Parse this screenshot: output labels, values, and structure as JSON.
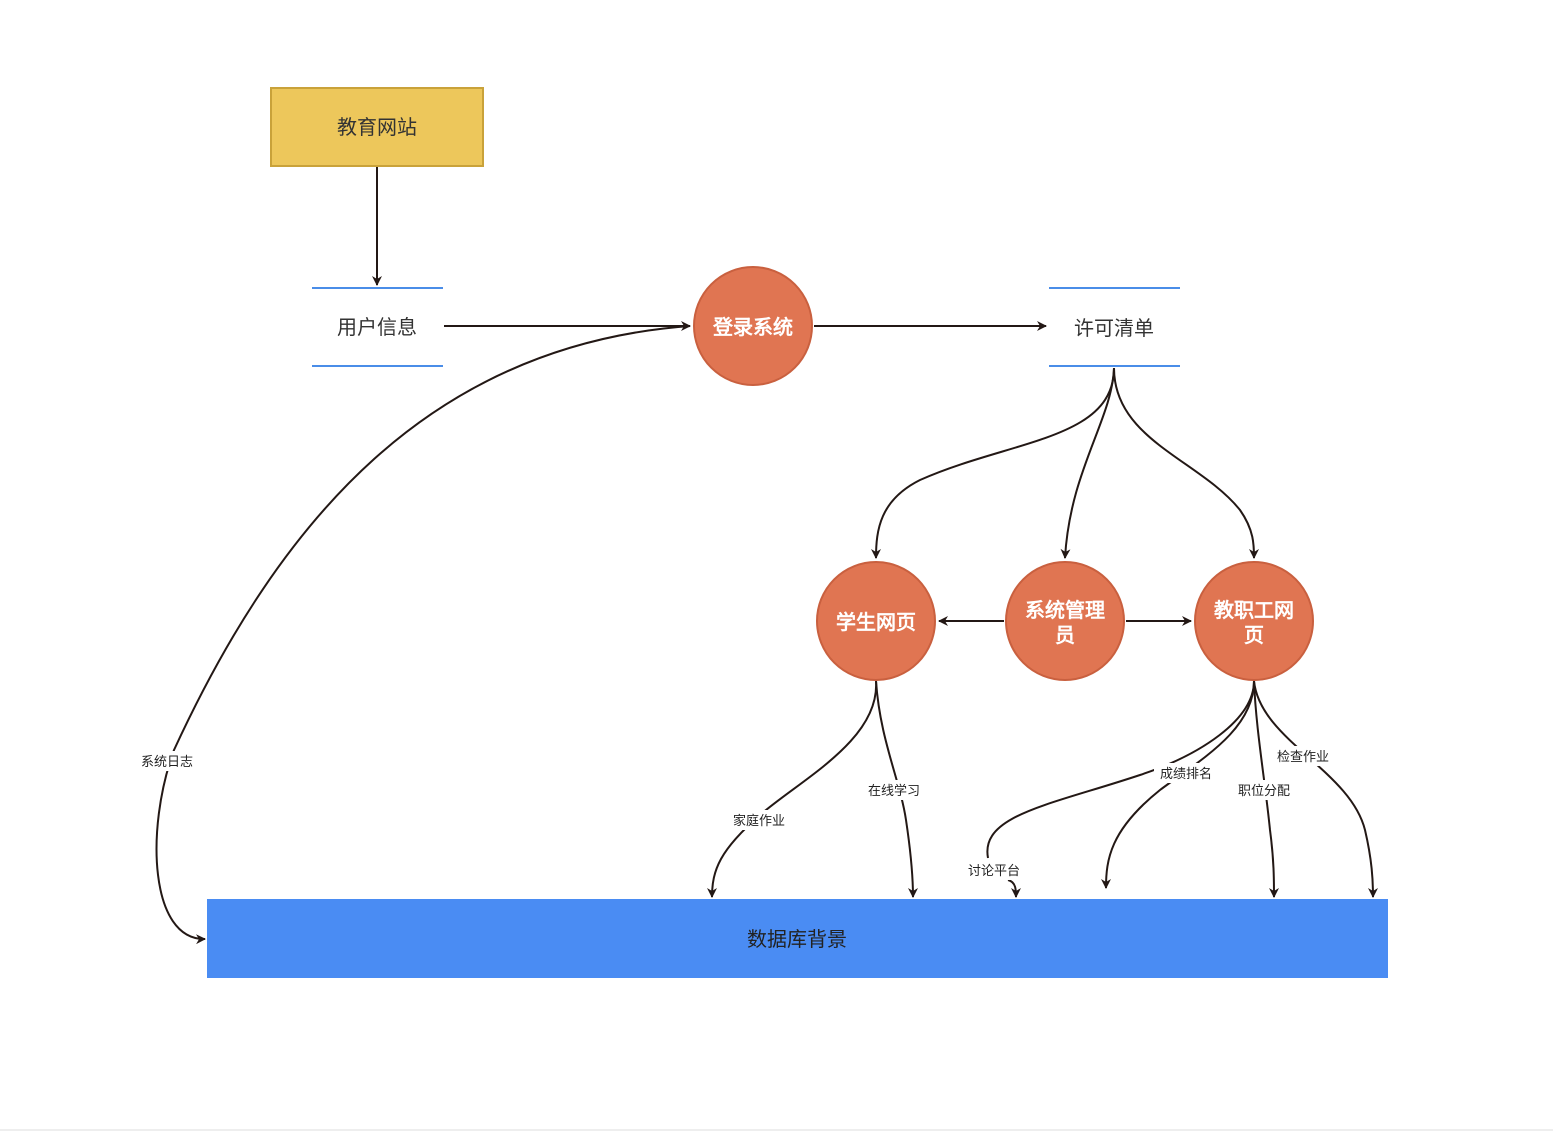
{
  "colors": {
    "accent_circle": "#e07552",
    "accent_circle_stroke": "#c9603f",
    "source_box": "#edc75b",
    "source_box_stroke": "#c9a23a",
    "store_line": "#4a8de8",
    "database_bar": "#4a8cf3",
    "edge": "#231815"
  },
  "nodes": {
    "source": "教育网站",
    "user_info": "用户信息",
    "login": "登录系统",
    "permission": "许可清单",
    "student_line1": "学生网页",
    "admin_line1": "系统管理",
    "admin_line2": "员",
    "staff_line1": "教职工网",
    "staff_line2": "页",
    "database": "数据库背景"
  },
  "edges": {
    "system_log": "系统日志",
    "homework": "家庭作业",
    "online_study": "在线学习",
    "discussion": "讨论平台",
    "grade_rank": "成绩排名",
    "position_assign": "职位分配",
    "check_homework": "检查作业"
  }
}
